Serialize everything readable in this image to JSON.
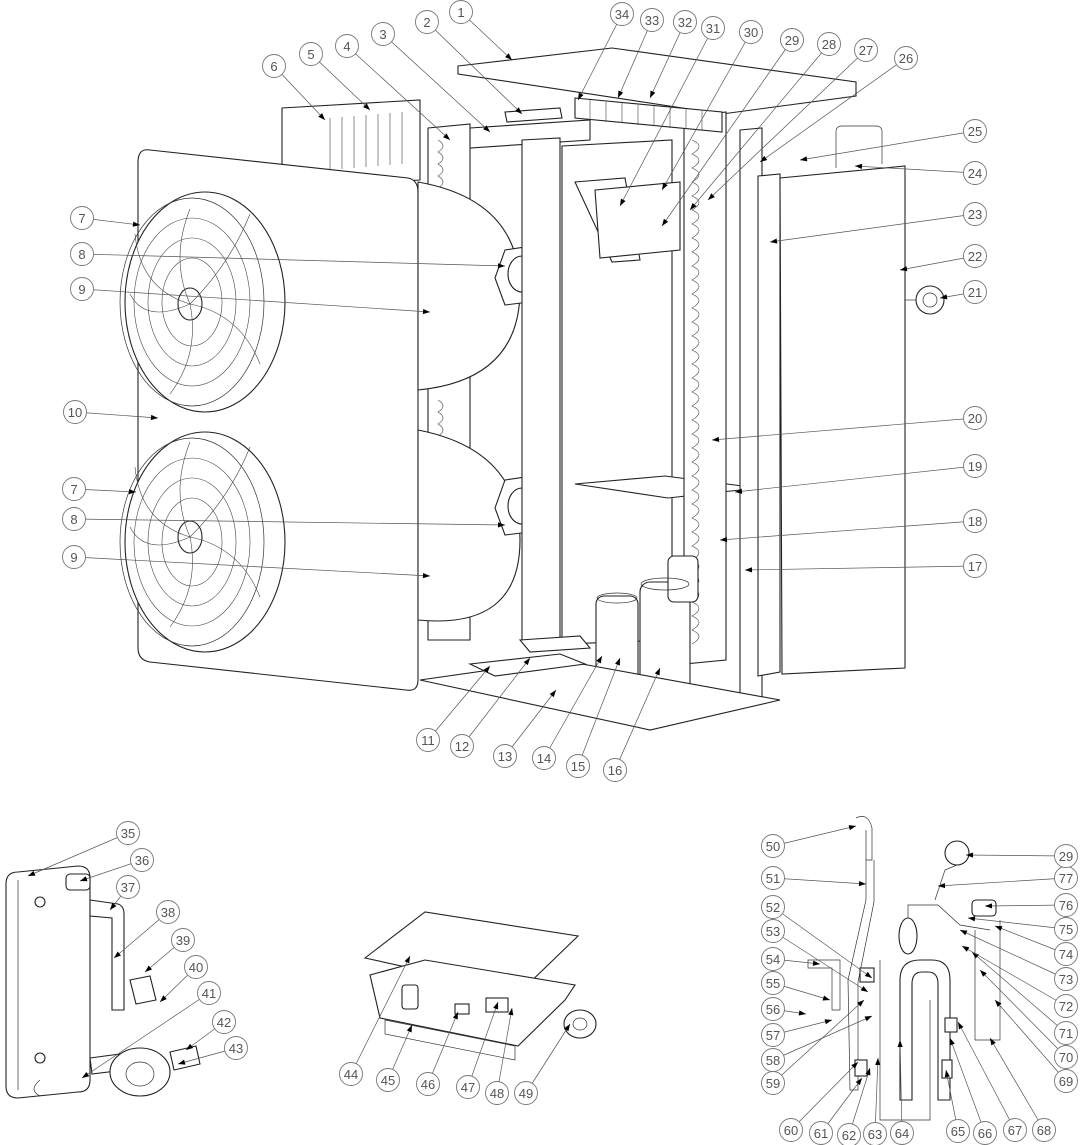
{
  "callouts": [
    "1",
    "2",
    "3",
    "4",
    "5",
    "6",
    "7",
    "8",
    "9",
    "10",
    "11",
    "12",
    "13",
    "14",
    "15",
    "16",
    "17",
    "18",
    "19",
    "20",
    "21",
    "22",
    "23",
    "24",
    "25",
    "26",
    "27",
    "28",
    "29",
    "30",
    "31",
    "32",
    "33",
    "34",
    "35",
    "36",
    "37",
    "38",
    "39",
    "40",
    "41",
    "42",
    "43",
    "44",
    "45",
    "46",
    "47",
    "48",
    "49",
    "50",
    "51",
    "52",
    "53",
    "54",
    "55",
    "56",
    "57",
    "58",
    "59",
    "60",
    "61",
    "62",
    "63",
    "64",
    "65",
    "66",
    "67",
    "68",
    "69",
    "70",
    "71",
    "72",
    "73",
    "74",
    "75",
    "76",
    "77",
    "7",
    "8",
    "9",
    "29"
  ],
  "colors": {
    "line": "#222222",
    "callout_stroke": "#777777",
    "callout_text": "#555555",
    "background": "#ffffff"
  }
}
